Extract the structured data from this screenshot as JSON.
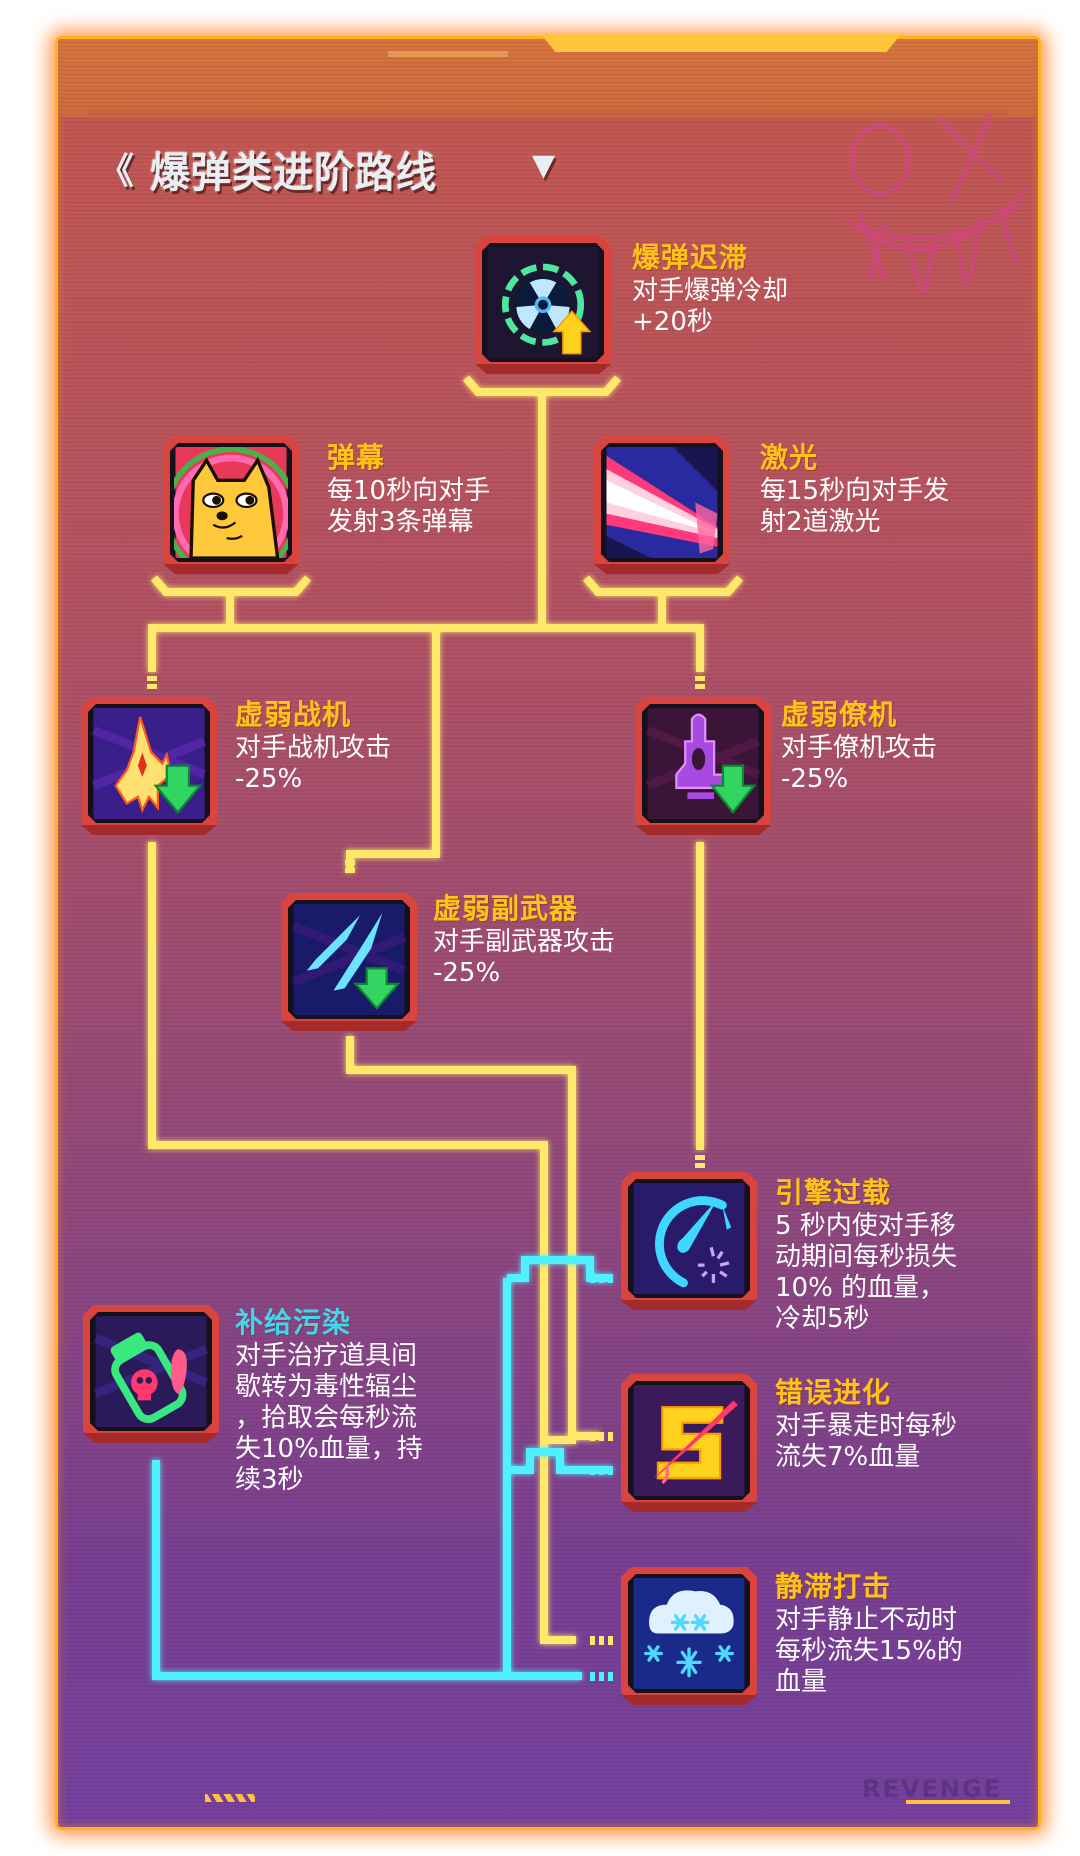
{
  "header": {
    "back_icon": "chevron-wing-left-icon",
    "title": "爆弹类进阶路线",
    "caret": "▼"
  },
  "watermark": "REVENGE",
  "colors": {
    "frame_border": "#ffb020",
    "wire_yellow": "#ffe86a",
    "wire_cyan": "#4ff0ff",
    "name_yellow": "#ffc21a",
    "name_cyan": "#3fd6f0",
    "plate_red": "#d9443f"
  },
  "nodes": [
    {
      "id": "bomb-delay",
      "name": "爆弹迟滞",
      "desc": "对手爆弹冷却\n+20秒",
      "icon": "radiation-cooldown-icon"
    },
    {
      "id": "barrage",
      "name": "弹幕",
      "desc": "每10秒向对手\n发射3条弹幕",
      "icon": "doge-icon"
    },
    {
      "id": "laser",
      "name": "激光",
      "desc": "每15秒向对手发\n射2道激光",
      "icon": "laser-beam-icon"
    },
    {
      "id": "weak-fighter",
      "name": "虚弱战机",
      "desc": "对手战机攻击\n-25%",
      "icon": "fighter-jet-down-icon"
    },
    {
      "id": "weak-wingman",
      "name": "虚弱僚机",
      "desc": "对手僚机攻击\n-25%",
      "icon": "wingman-down-icon"
    },
    {
      "id": "weak-subweapon",
      "name": "虚弱副武器",
      "desc": "对手副武器攻击\n-25%",
      "icon": "missiles-down-icon"
    },
    {
      "id": "engine-overload",
      "name": "引擎过载",
      "desc": "5 秒内使对手移\n动期间每秒损失\n10% 的血量，\n冷却5秒",
      "icon": "speedometer-icon"
    },
    {
      "id": "supply-pollution",
      "name": "补给污染",
      "desc": "对手治疗道具间\n歇转为毒性辐尘\n，拾取会每秒流\n失10%血量，持\n续3秒",
      "icon": "poison-bottle-icon"
    },
    {
      "id": "error-evolution",
      "name": "错误进化",
      "desc": "对手暴走时每秒\n流失7%血量",
      "icon": "slashed-s-icon"
    },
    {
      "id": "stasis-strike",
      "name": "静滞打击",
      "desc": "对手静止不动时\n每秒流失15%的\n血量",
      "icon": "snow-cloud-icon"
    }
  ]
}
